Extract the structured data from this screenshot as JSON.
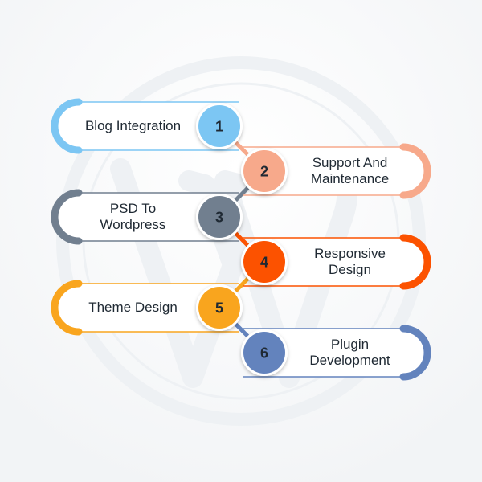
{
  "steps": [
    {
      "number": "1",
      "label": "Blog Integration",
      "color": "#7cc6f3",
      "number_color": "#1f2933"
    },
    {
      "number": "2",
      "label": "Support And\nMaintenance",
      "color": "#f7a98b",
      "number_color": "#1f2933"
    },
    {
      "number": "3",
      "label": "PSD To\nWordpress",
      "color": "#717f8f",
      "number_color": "#1f2933"
    },
    {
      "number": "4",
      "label": "Responsive\nDesign",
      "color": "#fc5200",
      "number_color": "#1f2933"
    },
    {
      "number": "5",
      "label": "Theme Design",
      "color": "#f9a51e",
      "number_color": "#1f2933"
    },
    {
      "number": "6",
      "label": "Plugin\nDevelopment",
      "color": "#6383bd",
      "number_color": "#1f2933"
    }
  ],
  "colors": {
    "background": "#ffffff",
    "watermark": "#eef1f4",
    "text": "#1f2933"
  },
  "watermark_icon": "wordpress-logo-icon"
}
